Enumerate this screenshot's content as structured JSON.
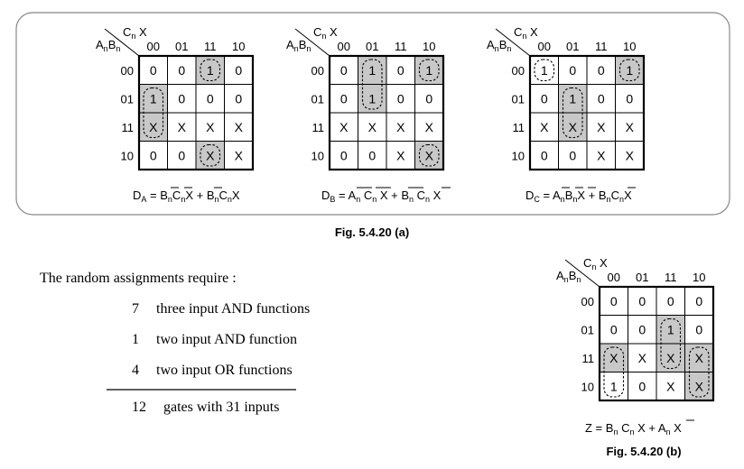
{
  "figure_a": {
    "caption": "Fig. 5.4.20 (a)",
    "maps": [
      {
        "col_var_main": "C",
        "col_var_sub": "n",
        "col_var_extra": "X",
        "row_var_1": "A",
        "row_var_1_sub": "n",
        "row_var_2": "B",
        "row_var_2_sub": "n",
        "col_headers": [
          "00",
          "01",
          "11",
          "10"
        ],
        "row_headers": [
          "00",
          "01",
          "11",
          "10"
        ],
        "cells": [
          [
            "0",
            "0",
            "1",
            "0"
          ],
          [
            "1",
            "0",
            "0",
            "0"
          ],
          [
            "X",
            "X",
            "X",
            "X"
          ],
          [
            "0",
            "0",
            "X",
            "X"
          ]
        ],
        "shaded": [
          [
            0,
            2
          ],
          [
            1,
            0
          ],
          [
            2,
            0
          ],
          [
            3,
            2
          ]
        ],
        "equation": "DA = BnC̄nX̄ + B̄nCnX"
      },
      {
        "col_var_main": "C",
        "col_var_sub": "n",
        "col_var_extra": "X",
        "row_var_1": "A",
        "row_var_1_sub": "n",
        "row_var_2": "B",
        "row_var_2_sub": "n",
        "col_headers": [
          "00",
          "01",
          "11",
          "10"
        ],
        "row_headers": [
          "00",
          "01",
          "11",
          "10"
        ],
        "cells": [
          [
            "0",
            "1",
            "0",
            "1"
          ],
          [
            "0",
            "1",
            "0",
            "0"
          ],
          [
            "X",
            "X",
            "X",
            "X"
          ],
          [
            "0",
            "0",
            "X",
            "X"
          ]
        ],
        "shaded": [
          [
            0,
            1
          ],
          [
            0,
            3
          ],
          [
            1,
            1
          ],
          [
            3,
            3
          ]
        ],
        "equation": "DB = ĀnC̄nX + B̄nCnX̄"
      },
      {
        "col_var_main": "C",
        "col_var_sub": "n",
        "col_var_extra": "X",
        "row_var_1": "A",
        "row_var_1_sub": "n",
        "row_var_2": "B",
        "row_var_2_sub": "n",
        "col_headers": [
          "00",
          "01",
          "11",
          "10"
        ],
        "row_headers": [
          "00",
          "01",
          "11",
          "10"
        ],
        "cells": [
          [
            "1",
            "0",
            "0",
            "1"
          ],
          [
            "0",
            "1",
            "0",
            "0"
          ],
          [
            "X",
            "X",
            "X",
            "X"
          ],
          [
            "0",
            "0",
            "X",
            "X"
          ]
        ],
        "shaded": [
          [
            0,
            3
          ],
          [
            1,
            1
          ],
          [
            2,
            1
          ]
        ],
        "equation": "DC = ĀnB̄nX̄ + BnC̄nX"
      }
    ]
  },
  "text": {
    "intro": "The random assignments require :",
    "rows": [
      {
        "count": "7",
        "desc": "three input AND functions"
      },
      {
        "count": "1",
        "desc": "two input AND function"
      },
      {
        "count": "4",
        "desc": "two input OR functions"
      }
    ],
    "total_count": "12",
    "total_desc": "gates  with 31 inputs"
  },
  "figure_b": {
    "caption": "Fig. 5.4.20 (b)",
    "map": {
      "col_var_main": "C",
      "col_var_sub": "n",
      "col_var_extra": "X",
      "row_var_1": "A",
      "row_var_1_sub": "n",
      "row_var_2": "B",
      "row_var_2_sub": "n",
      "col_headers": [
        "00",
        "01",
        "11",
        "10"
      ],
      "row_headers": [
        "00",
        "01",
        "11",
        "10"
      ],
      "cells": [
        [
          "0",
          "0",
          "0",
          "0"
        ],
        [
          "0",
          "0",
          "1",
          "0"
        ],
        [
          "X",
          "X",
          "X",
          "X"
        ],
        [
          "1",
          "0",
          "X",
          "X"
        ]
      ],
      "shaded": [
        [
          1,
          2
        ],
        [
          2,
          0
        ],
        [
          2,
          2
        ],
        [
          2,
          3
        ],
        [
          3,
          3
        ]
      ],
      "equation": "Z = BnCnX + AnX̄"
    }
  },
  "colors": {
    "shade": "#c8c8c8",
    "line": "#000000",
    "frame": "#888888"
  }
}
